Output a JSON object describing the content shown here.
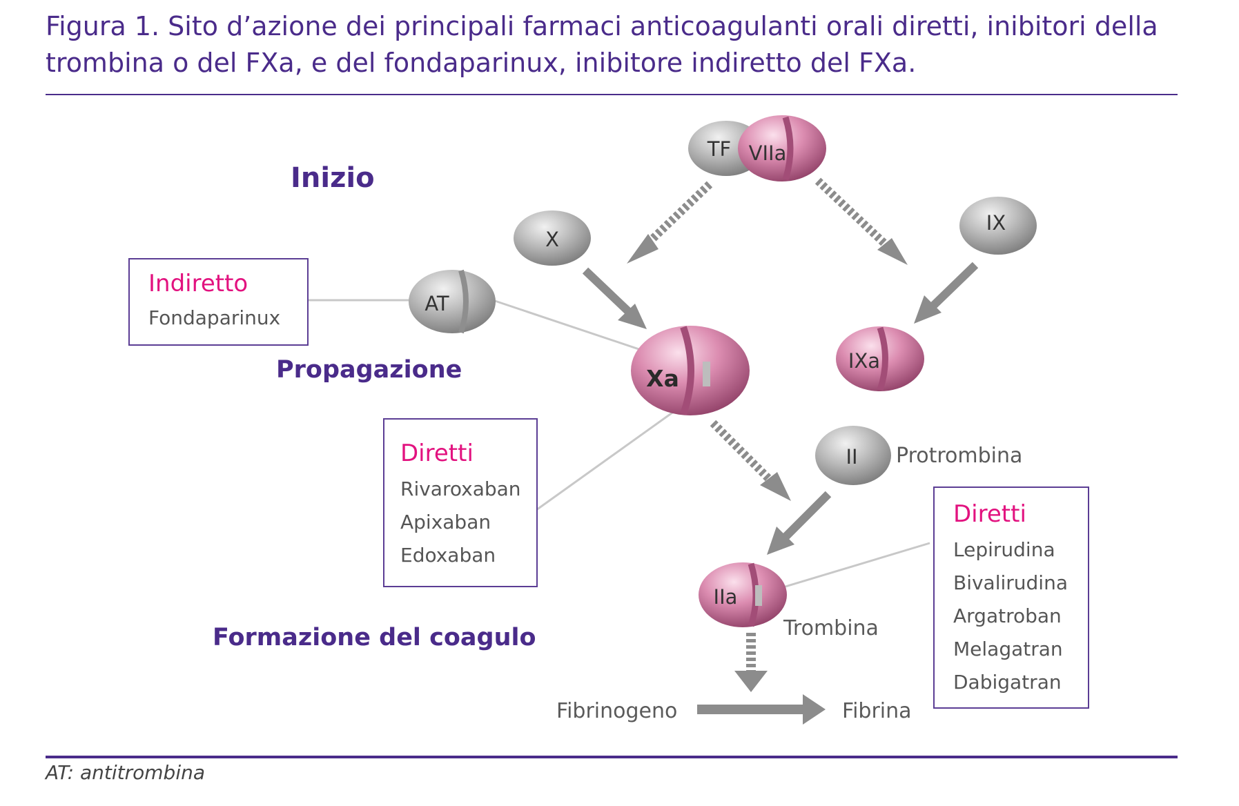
{
  "figure": {
    "title": "Figura 1. Sito d’azione dei principali farmaci anticoagulanti orali diretti, inibitori della trombina o del FXa, e del fondaparinux, inibitore indiretto del FXa.",
    "footnote": "AT: antitrombina"
  },
  "stages": {
    "inizio": "Inizio",
    "propagazione": "Propagazione",
    "formazione": "Formazione del coagulo"
  },
  "molecules": {
    "tf": "TF",
    "viia": "VIIa",
    "x": "X",
    "ix": "IX",
    "at": "AT",
    "xa": "Xa",
    "ixa": "IXa",
    "ii": "II",
    "iia": "IIa"
  },
  "labels": {
    "protrombina": "Protrombina",
    "trombina": "Trombina",
    "fibrinogeno": "Fibrinogeno",
    "fibrina": "Fibrina"
  },
  "boxes": {
    "indiretto": {
      "heading": "Indiretto",
      "items": [
        "Fondaparinux"
      ]
    },
    "diretti_xa": {
      "heading": "Diretti",
      "items": [
        "Rivaroxaban",
        "Apixaban",
        "Edoxaban"
      ]
    },
    "diretti_iia": {
      "heading": "Diretti",
      "items": [
        "Lepirudina",
        "Bivalirudina",
        "Argatroban",
        "Melagatran",
        "Dabigatran"
      ]
    }
  },
  "colors": {
    "title_purple": "#4a2b8a",
    "drug_pink": "#e2127f",
    "enzyme_pink": "#d987ad",
    "zymogen_gray": "#bdbdbd",
    "arrow_gray": "#8c8c8c"
  }
}
